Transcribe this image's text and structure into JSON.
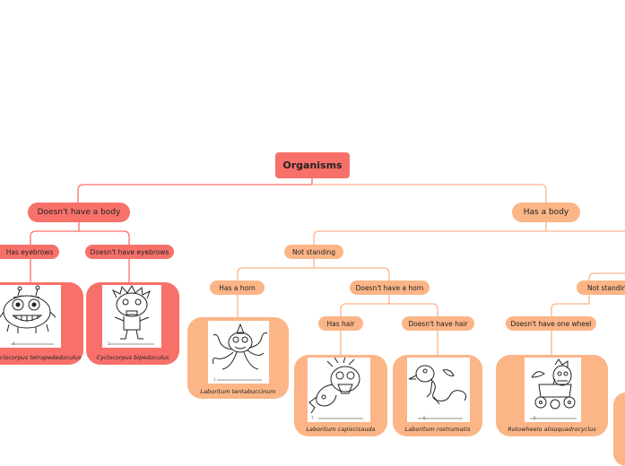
{
  "root": {
    "label": "Organisms"
  },
  "left_branch": {
    "label": "Doesn't have a body",
    "children": [
      {
        "label": "Has eyebrows",
        "species": "Cyclocorpus tetrapededoculus",
        "caption_visible": "clocorpus tetrapededoculus",
        "number": "4"
      },
      {
        "label": "Doesn't have eyebrows",
        "species": "Cyclocorpus bipedoculus",
        "number": "2"
      }
    ]
  },
  "right_branch": {
    "label": "Has a body",
    "not_standing": {
      "label": "Not standing",
      "has_horn": {
        "label": "Has a horn",
        "species": "Laboritum tentabuccinum",
        "number": "1"
      },
      "no_horn": {
        "label": "Doesn't have a horn",
        "has_hair": {
          "label": "Has hair",
          "species": "Laboritum capiscisauda",
          "number": "7"
        },
        "no_hair": {
          "label": "Doesn't have hair",
          "species": "Laboritum rostrumatis",
          "number": "6"
        }
      }
    },
    "not_standing_2": {
      "label": "Not standing",
      "no_wheel": {
        "label": "Doesn't have one wheel",
        "species": "Rotowheelo alisoquadrocyclus",
        "number": "5"
      }
    }
  },
  "colors": {
    "red": "#f8706a",
    "orange": "#fbb587",
    "line_red": "#f8706a",
    "line_orange": "#fbb587"
  }
}
